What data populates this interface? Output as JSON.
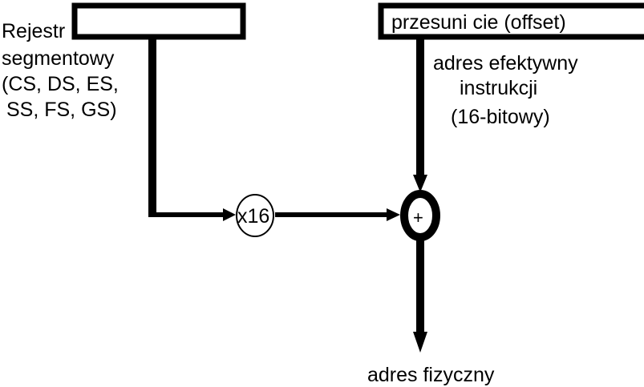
{
  "segment_register_label": [
    "Rejestr",
    "segmentowy",
    "(CS, DS, ES,",
    "SS, FS, GS)"
  ],
  "offset_box_label": "przesuni cie (offset)",
  "effective_address_label": [
    "adres efektywny",
    "instrukcji",
    "(16-bitowy)"
  ],
  "multiplier_label": "x16",
  "adder_label": "+",
  "physical_address_label": "adres fizyczny",
  "colors": {
    "line": "#000000",
    "background": "#ffffff"
  }
}
